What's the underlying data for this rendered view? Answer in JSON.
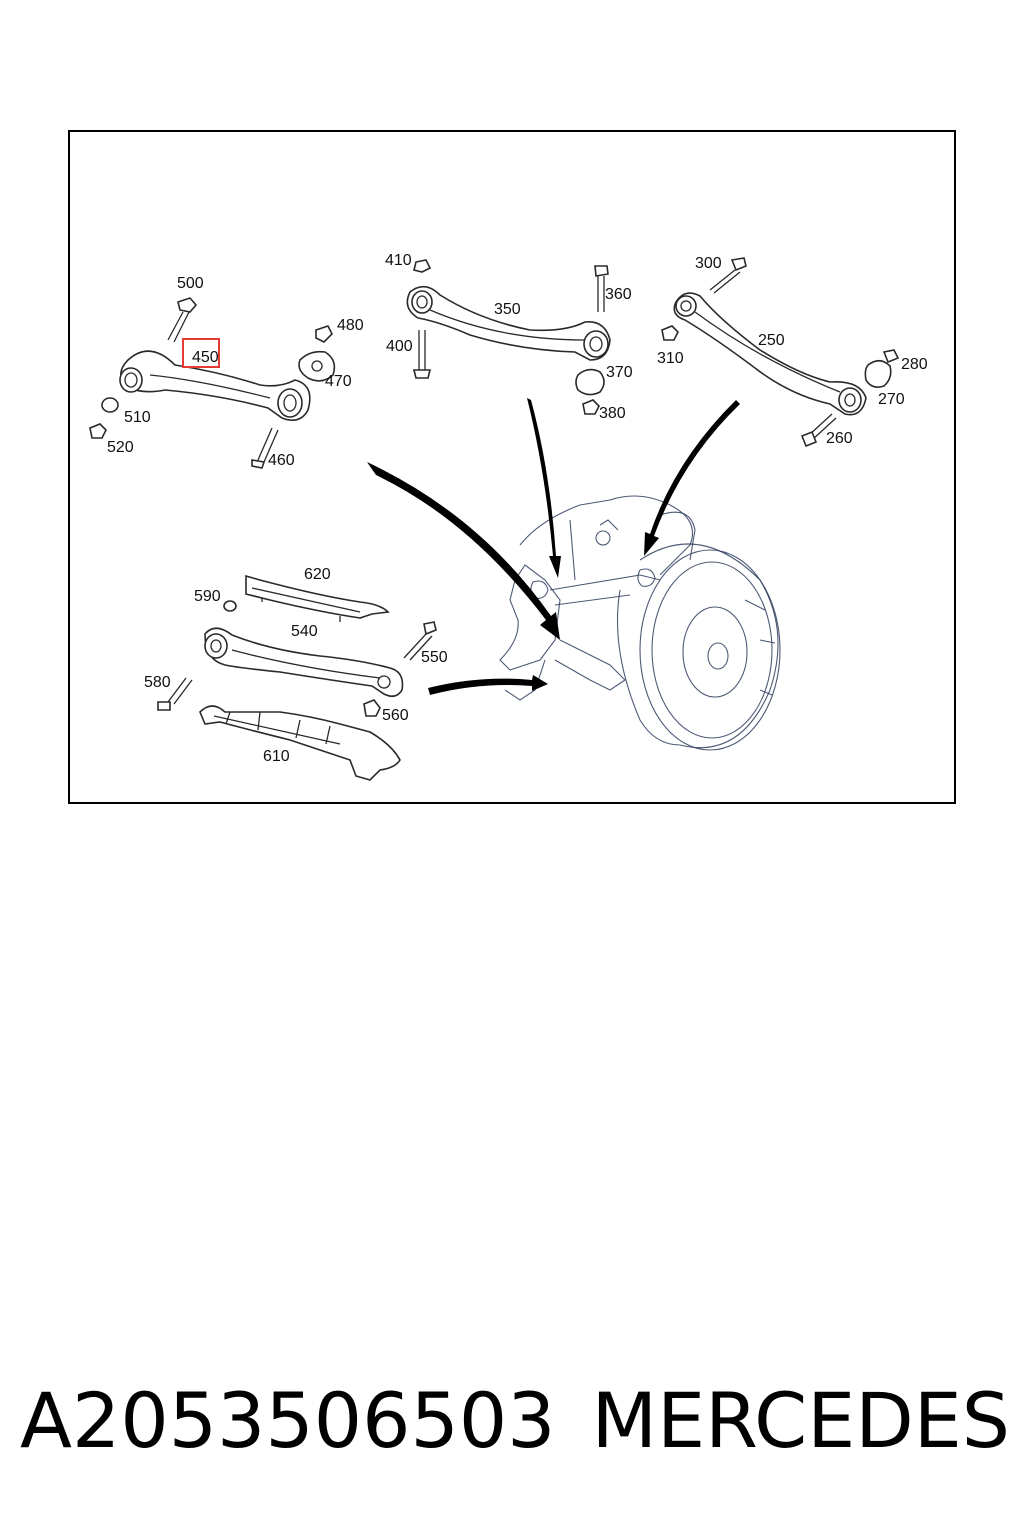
{
  "diagram": {
    "callouts": {
      "c500": "500",
      "c450": "450",
      "c480": "480",
      "c470": "470",
      "c510": "510",
      "c520": "520",
      "c460": "460",
      "c410": "410",
      "c350": "350",
      "c360": "360",
      "c400": "400",
      "c370": "370",
      "c380": "380",
      "c300": "300",
      "c250": "250",
      "c310": "310",
      "c280": "280",
      "c270": "270",
      "c260": "260",
      "c620": "620",
      "c590": "590",
      "c540": "540",
      "c550": "550",
      "c580": "580",
      "c560": "560",
      "c610": "610"
    },
    "highlighted_callout": "450",
    "highlight_color": "#e53935",
    "line_color": "#2a2a2a",
    "knuckle_line_color": "#2e3d5e"
  },
  "caption": {
    "part_number": "A2053506503",
    "brand": "MERCEDES"
  }
}
